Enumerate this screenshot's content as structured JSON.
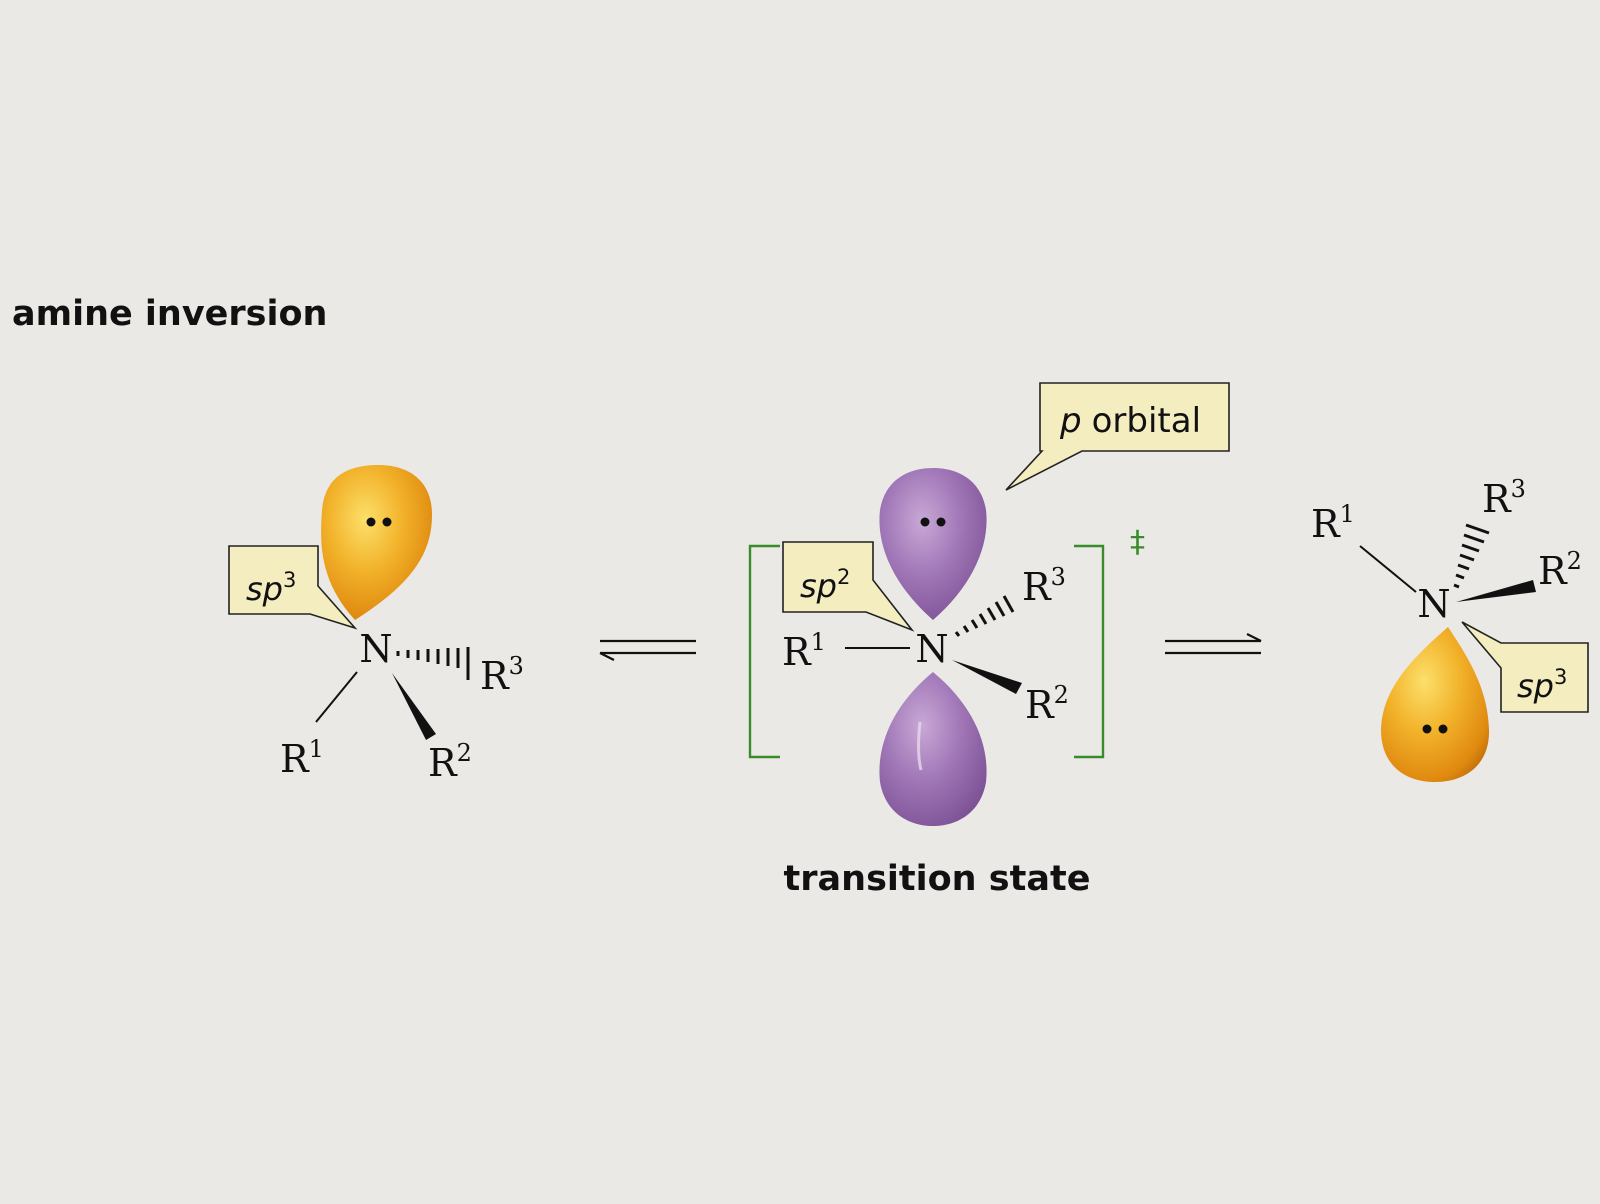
{
  "title": "amine inversion",
  "atom_N": "N",
  "substituents": {
    "r": "R",
    "one": "1",
    "two": "2",
    "three": "3"
  },
  "hybrid": {
    "sp": "sp",
    "three": "3",
    "two": "2"
  },
  "p_orbital": {
    "p": "p",
    "word": "orbital"
  },
  "transition_state": "transition state",
  "double_dagger": "‡",
  "colors": {
    "background": "#ebe9e6",
    "sp3_lobe": "#e79a12",
    "p_lobe": "#9a6aae",
    "label_box": "#f3edc0",
    "bracket": "#3a8c2a"
  }
}
